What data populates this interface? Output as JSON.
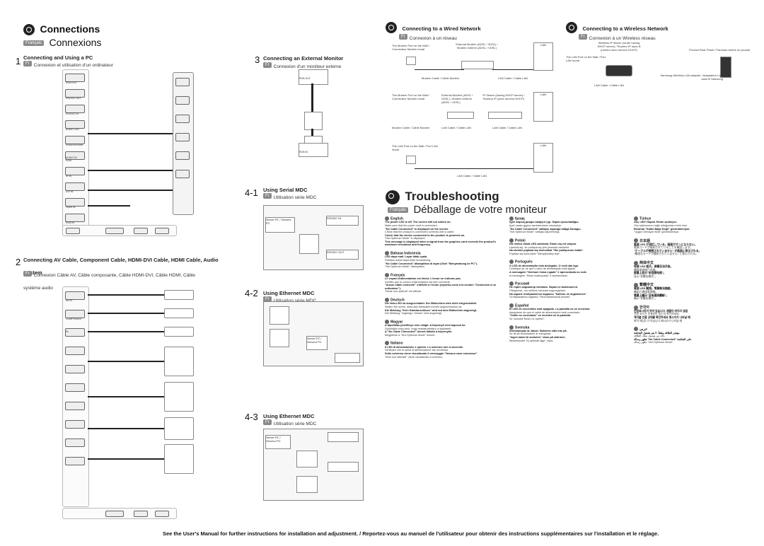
{
  "connections": {
    "title": "Connections",
    "title_fr_badge": "Français",
    "title_fr": "Connexions"
  },
  "pc": {
    "step": "1",
    "title": "Connecting and Using a PC",
    "fr": "Connexion et utilisation d'un ordinateur"
  },
  "av": {
    "step": "2",
    "title": "Connecting AV Cable, Component Cable, HDMI-DVI Cable, HDMI Cable, Audio System",
    "fr": "Connexion Câble AV, Câble composante, Câble HDMI-DVI, Câble HDMI, Câble système audio"
  },
  "monitor": {
    "step": "3",
    "title": "Connecting an External Monitor",
    "fr": "Connexion d'un moniteur externe"
  },
  "mdc_serial": {
    "step": "4-1",
    "title": "Using Serial MDC",
    "fr": "Utilisation série MDC"
  },
  "mdc_eth": {
    "step": "4-2",
    "title": "Using Ethernet MDC",
    "fr": "Utilisation série MDC"
  },
  "mdc_eth2": {
    "step": "4-3",
    "title": "Using Ethernet MDC",
    "fr": "Utilisation série MDC"
  },
  "wired": {
    "title": "Connecting to a Wired Network",
    "fr": "Connexion à un réseau",
    "d1_wall": "The Modem Port on the Wall / Connecteur Modem mural",
    "d1_modem": "External Modem (ADSL / VDSL) / Modem externe (ADSL / VDSL)",
    "d1_lan": "LAN",
    "d1_cable1": "Modem Cable / Câble Modem",
    "d1_cable2": "LAN Cable / Câble LAN",
    "d2_wall": "The Modem Port on the Wall / Connecteur Modem mural",
    "d2_modem": "External Modem (ADSL / VDSL) / Modem externe (ADSL / VDSL)",
    "d2_router": "IP Sharer (having DHCP server) / Routeur IP (avec serveur DHCP)",
    "d2_lan": "LAN",
    "d2_cable1": "Modem Cable / Câble Modem",
    "d2_cable2": "LAN Cable / Câble LAN",
    "d2_cable3": "LAN Cable / Câble LAN",
    "d3_wall": "The LAN Port on the Wall / Port LAN mural",
    "d3_lan": "LAN",
    "d3_cable": "LAN Cable / Câble LAN"
  },
  "wireless": {
    "title": "Connecting to a Wireless Network",
    "fr": "Connexion à un Wireless réseau",
    "sharer": "Wireless IP sharer (router having DHCP server) / Routeur IP sans fil (routeur avec serveur DHCP)",
    "wall": "The LAN Port on the Wall / Port LAN mural",
    "panel": "Product Rear Panel / Panneau arrière du produit",
    "adapter": "Samsung Wireless LAN adapter / Adaptateur LAN sans fil Samsung",
    "cable": "LAN Cable / Câble LAN"
  },
  "trouble": {
    "title": "Troubleshooting",
    "fr_badge": "Français",
    "fr": "Déballage de votre moniteur",
    "col1": [
      {
        "lang": "English",
        "lines": [
          "The power LED is off. The screen will not switch on.",
          "Make sure that the power cord is connected.",
          "\"No Cable Connected\" is displayed on the screen.",
          "Check that the product is connected correctly with a cable.",
          "Check that the device connected to the product is powered on.",
          "\"Not Optimum Mode\" is displayed.",
          "This message is displayed when a signal from the graphics card exceeds the product's maximum resolution and frequency."
        ]
      },
      {
        "lang": "Bahasa Indonesia",
        "lines": [
          "LED daya mati. Layar tidak nyala.",
          "Pastikan kabel daya telah tersambung.",
          "\"No Cable Connected\" ditampilkan di layar (Obel \"Menyambung ke PC\").",
          "\"Not Optimum Mode\" ditampilkan."
        ]
      },
      {
        "lang": "Français",
        "lines": [
          "Le voyant d'alimentation est éteint. L'écran ne s'allume pas.",
          "Vérifiez que le cordon d'alimentation est bien connecté.",
          "\"Aucun câble connecté\" s'affiche à l'écran (reportez-vous à la section \"Connexion à un ordinateur\").",
          "\"Mode non optimal\" est affiché."
        ]
      },
      {
        "lang": "Deutsch",
        "lines": [
          "Die Netz-LED ist ausgeschaltet. Der Bildschirm wird nicht eingeschaltet.",
          "Stellen Sie sicher, dass das Netzkabel korrekt angeschlossen ist.",
          "Die Meldung \"Kein Kabelanschluss\" wird auf dem Bildschirm angezeigt.",
          "Die Meldung \"ungeeign. Modus\" wird angezeigt."
        ]
      },
      {
        "lang": "Magyar",
        "lines": [
          "A tápellátás jelzőfénye nem világít. A képernyő nem kapcsol be.",
          "Győződjön meg arról, hogy csatlakoztatta-e a tápkábelt.",
          "A \"No Cable Connected\" üzenet látható a képernyőn.",
          "Megjelenik a \"Not Optimum Mode\" üzenet."
        ]
      },
      {
        "lang": "Italiano",
        "lines": [
          "Il LED di alimentazione è spento. Lo schermo non si accende.",
          "Verificare che la spina di alimentazione sia connessa.",
          "Sullo schermo viene visualizzato il messaggio \"Nessun cavo connesso\".",
          "\"Mod non ottimale\" viene visualizzato a schermo."
        ]
      }
    ],
    "col2": [
      {
        "lang": "Қазақ",
        "lines": [
          "Қуат жарық диоды өшірулі тұр. Экран қосылмайды.",
          "Қуат сымы дұрыс жалғанғанын тексеріңіз.",
          "\"No Cable Connected\" хабары экранда пайда болады.",
          "\"Not Optimum Mode\" хабары көрсетіледі."
        ]
      },
      {
        "lang": "Polski",
        "lines": [
          "Nie świeci dioda LED zasilania. Ekran się nie włącza.",
          "Upewnij się, że podłączony jest przewód zasilania.",
          "Na ekranie pojawia się komunikat \"Nie podłączono kabla\".",
          "Pojawia się komunikat \"Nieoptymalny tryb\"."
        ]
      },
      {
        "lang": "Português",
        "lines": [
          "O LED de alimentação está desligado. O ecrã não liga.",
          "Certifique-se de que o cabo de alimentação está ligado.",
          "A mensagem \"Nenhum Cabo Ligado\" é apresentada no ecrã.",
          "A mensagem \"Modo inadequado\" é apresentada."
        ]
      },
      {
        "lang": "Русский",
        "lines": [
          "Не горит индикатор питания. Экран не включается.",
          "Убедитесь, что кабель питания подсоединен.",
          "На экране отображается надпись \"Кабель не подключен\".",
          "Отображается надпись \"Неоптимальный режим\"."
        ]
      },
      {
        "lang": "Español",
        "lines": [
          "El LED de encendido está apagado. La pantalla no se enciende.",
          "Asegúrese de que el cable de alimentación esté conectado.",
          "\"Cable no conectado\" se muestra en la pantalla.",
          "Se muestra\"Modo no óptimo\"."
        ]
      },
      {
        "lang": "Svenska",
        "lines": [
          "Strömlampan är släckt. Skärmen slås inte på.",
          "Se till att strömkabeln är inkopplad.",
          "\"Ingen kabel är ansluten\" visas på skärmen.",
          "Meddelandet \"Ej optimalt läge\" visas."
        ]
      }
    ],
    "col3": [
      {
        "lang": "Türkçe",
        "lines": [
          "Güç LED'i kapalı. Ekran açılmıyor.",
          "Güç kablosunun bağlı olduğundan emin olun.",
          "Ekranda \"Kablo Bağlı Değil\" görüntüleniyor.",
          "\"Uygun Olmayan Mod\" görüntüleniyor."
        ]
      },
      {
        "lang": "日本語",
        "lines": [
          "電源 LED が消灯している。画面がオンにならない。",
          "電源コードが接続されていることを確認します。",
          "\"ケーブルが接続されていません\" が画面に表示される。",
          "\"最適なモードが選択されていません\" と表示される。"
        ]
      },
      {
        "lang": "简体中文",
        "lines": [
          "电源 LED 熄灭。屏幕无法开启。",
          "确保电源线已连接。",
          "屏幕上显示\"未连接电缆\"。",
          "显示\"非最佳模式\"。"
        ]
      },
      {
        "lang": "繁體中文",
        "lines": [
          "電源 LED 關閉。螢幕無法開啟。",
          "確認已連接電源線。",
          "螢幕上顯示\"沒有連接纜線\"。",
          "顯示\"非最佳模式\"。"
        ]
      },
      {
        "lang": "한국어",
        "lines": [
          "전원표시등이 꺼져 있습니다. 제품이 켜지지 않음",
          "전원 코드가 연결되어 있는지 확인하세요.",
          "케이블 연결 상태를 확인하세요 메시지가 나타날 때",
          "최적 해상도가 아닙니다 메시지가 나타날 때"
        ]
      },
      {
        "lang": "عربي",
        "lines": [
          "مؤشر الطاقة مطفأ. لا يتم تشغيل الشاشة.",
          "تأكد من توصيل سلك الطاقة.",
          "تظهر رسالة \"No Cable Connected\" على الشاشة.",
          "تظهر رسالة \"Not Optimum Mode\"."
        ]
      }
    ]
  },
  "footer": "See the User's Manual for further instructions for installation and adjustment. / Reportez-vous au manuel de l'utilisateur pour obtenir des instructions supplémentaires sur l'installation et le réglage.",
  "ports": {
    "rgb_in": "RGB/DVI/HDMI AUDIO IN",
    "rgb_out": "RGB OUT",
    "rs232": "RS232C IN",
    "rs232_out": "RS232C OUT",
    "audio_out": "AUDIO OUT",
    "dvi_in": "DVI IN",
    "hdmi_in": "HDMI IN",
    "rgb": "RGB IN",
    "lan": "RJ45",
    "av_in": "AV IN",
    "component": "COMPONENT IN",
    "ir": "IR IN"
  }
}
